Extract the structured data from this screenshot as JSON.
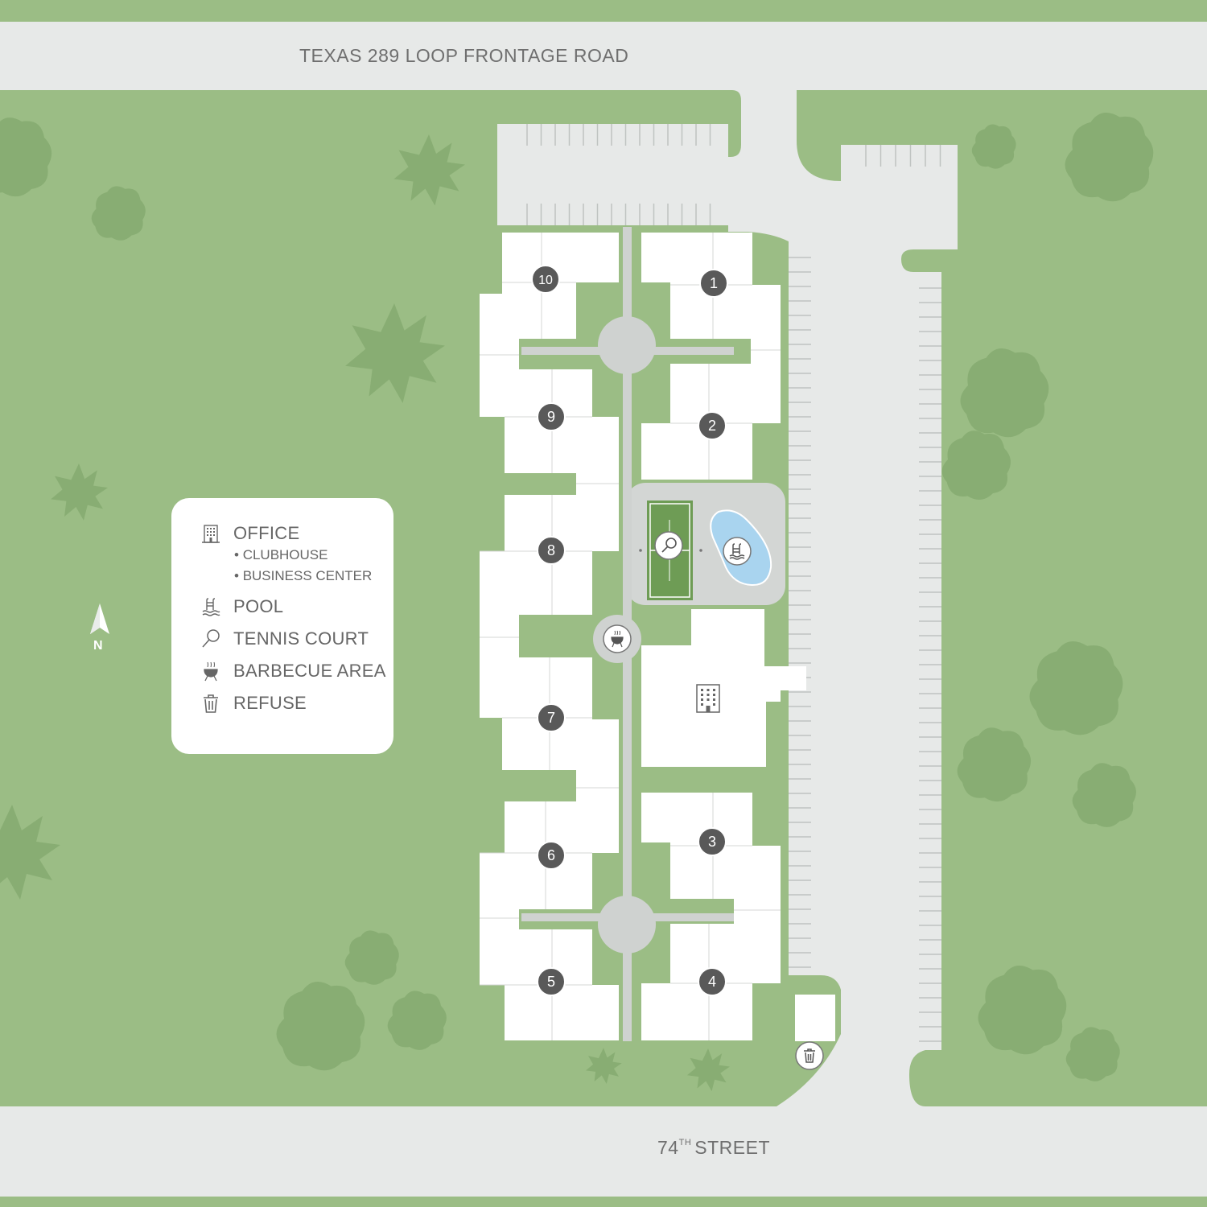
{
  "streets": {
    "north": "TEXAS 289 LOOP FRONTAGE ROAD",
    "south_number": "74",
    "south_superscript": "TH",
    "south_word": "STREET"
  },
  "buildings": [
    "10",
    "1",
    "9",
    "2",
    "8",
    "7",
    "3",
    "6",
    "5",
    "4"
  ],
  "compass": {
    "label": "N",
    "icon": "north-arrow-icon"
  },
  "legend": {
    "items": [
      {
        "label": "OFFICE",
        "icon": "office-building-icon",
        "subitems": [
          "CLUBHOUSE",
          "BUSINESS CENTER"
        ]
      },
      {
        "label": "POOL",
        "icon": "pool-ladder-icon"
      },
      {
        "label": "TENNIS COURT",
        "icon": "tennis-racket-icon"
      },
      {
        "label": "BARBECUE AREA",
        "icon": "grill-icon"
      },
      {
        "label": "REFUSE",
        "icon": "trash-can-icon"
      }
    ]
  },
  "colors": {
    "grass": "#9bbd85",
    "tree": "#88ad73",
    "road": "#e7e9e8",
    "building": "#ffffff",
    "walkway": "#cfd2d0",
    "amenity_pad": "#d3d6d4",
    "tennis_court": "#6e9c55",
    "pool_water": "#a9d4ef",
    "marker": "#595959"
  }
}
